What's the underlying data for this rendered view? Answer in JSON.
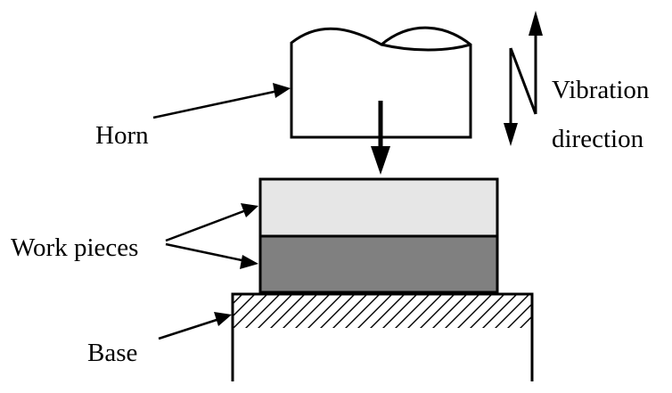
{
  "labels": {
    "horn": "Horn",
    "vibration_line1": "Vibration",
    "vibration_line2": "direction",
    "work_pieces": "Work pieces",
    "base": "Base"
  },
  "colors": {
    "stroke": "#000000",
    "upper_work_piece": "#e6e6e6",
    "lower_work_piece": "#808080",
    "background": "#ffffff"
  }
}
